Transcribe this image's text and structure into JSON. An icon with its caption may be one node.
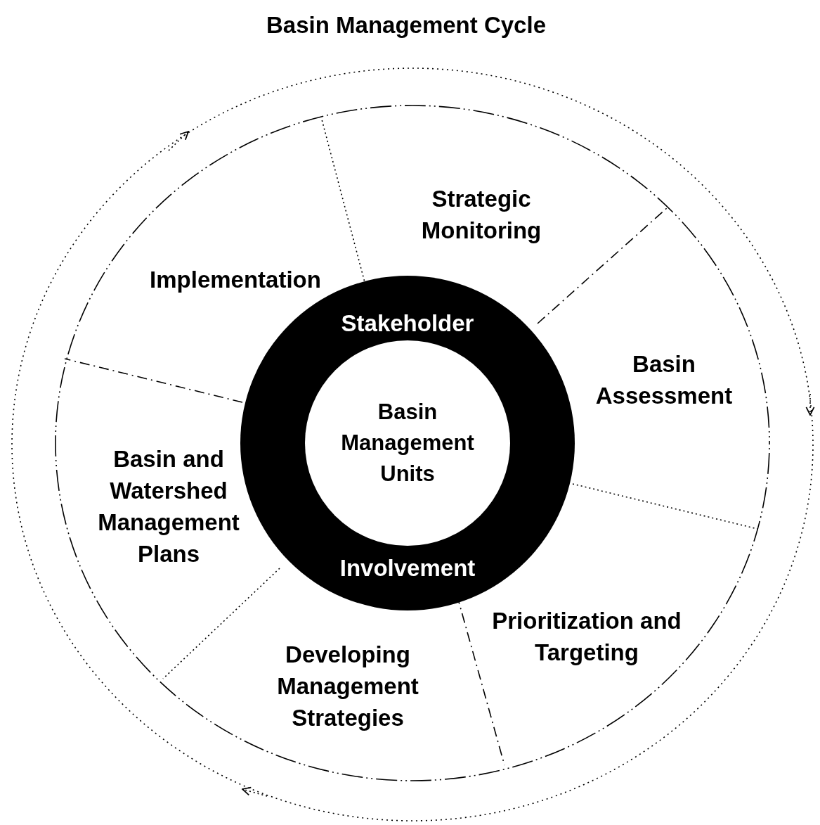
{
  "diagram": {
    "title": "Basin Management Cycle",
    "nodes": [
      {
        "text": [
          "Stakeholder",
          "Involvement"
        ]
      },
      {
        "text": [
          "Basin Management Units"
        ],
        "in": 0
      },
      {
        "text": [
          "Strategic Monitoring"
        ]
      },
      {
        "text": [
          "Basin Assessment"
        ]
      },
      {
        "text": [
          "Prioritization and Targeting"
        ]
      },
      {
        "text": [
          "Developing Management Strategies"
        ]
      },
      {
        "text": [
          "Basin and Watershed Management Plans"
        ]
      },
      {
        "text": [
          "Implementation"
        ]
      }
    ]
  }
}
